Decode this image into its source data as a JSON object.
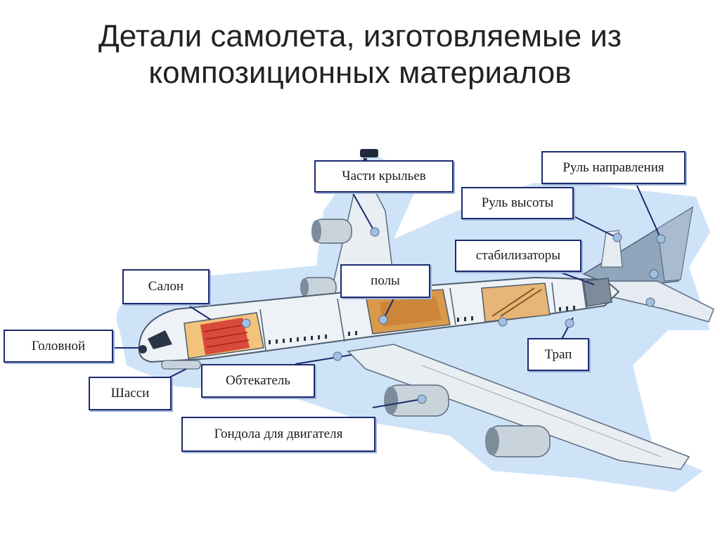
{
  "title_lines": [
    "Детали самолета, изготовляемые из",
    "композиционных материалов"
  ],
  "labels": {
    "wing_parts": "Части крыльев",
    "rudder": "Руль направления",
    "elevator": "Руль высоты",
    "stabilizers": "стабилизаторы",
    "floors": "полы",
    "cabin": "Салон",
    "nose": "Головной",
    "landing_gear": "Шасси",
    "fairing": "Обтекатель",
    "ramp": "Трап",
    "engine_nacelle": "Гондола для двигателя"
  },
  "colors": {
    "label_border": "#1d2b6e",
    "backdrop": "#cfe3f8",
    "fuselage": "#eef2f6",
    "cabin_seats": "#d94a3a",
    "floor": "#d99a4a",
    "tail": "#8fa6bd"
  }
}
